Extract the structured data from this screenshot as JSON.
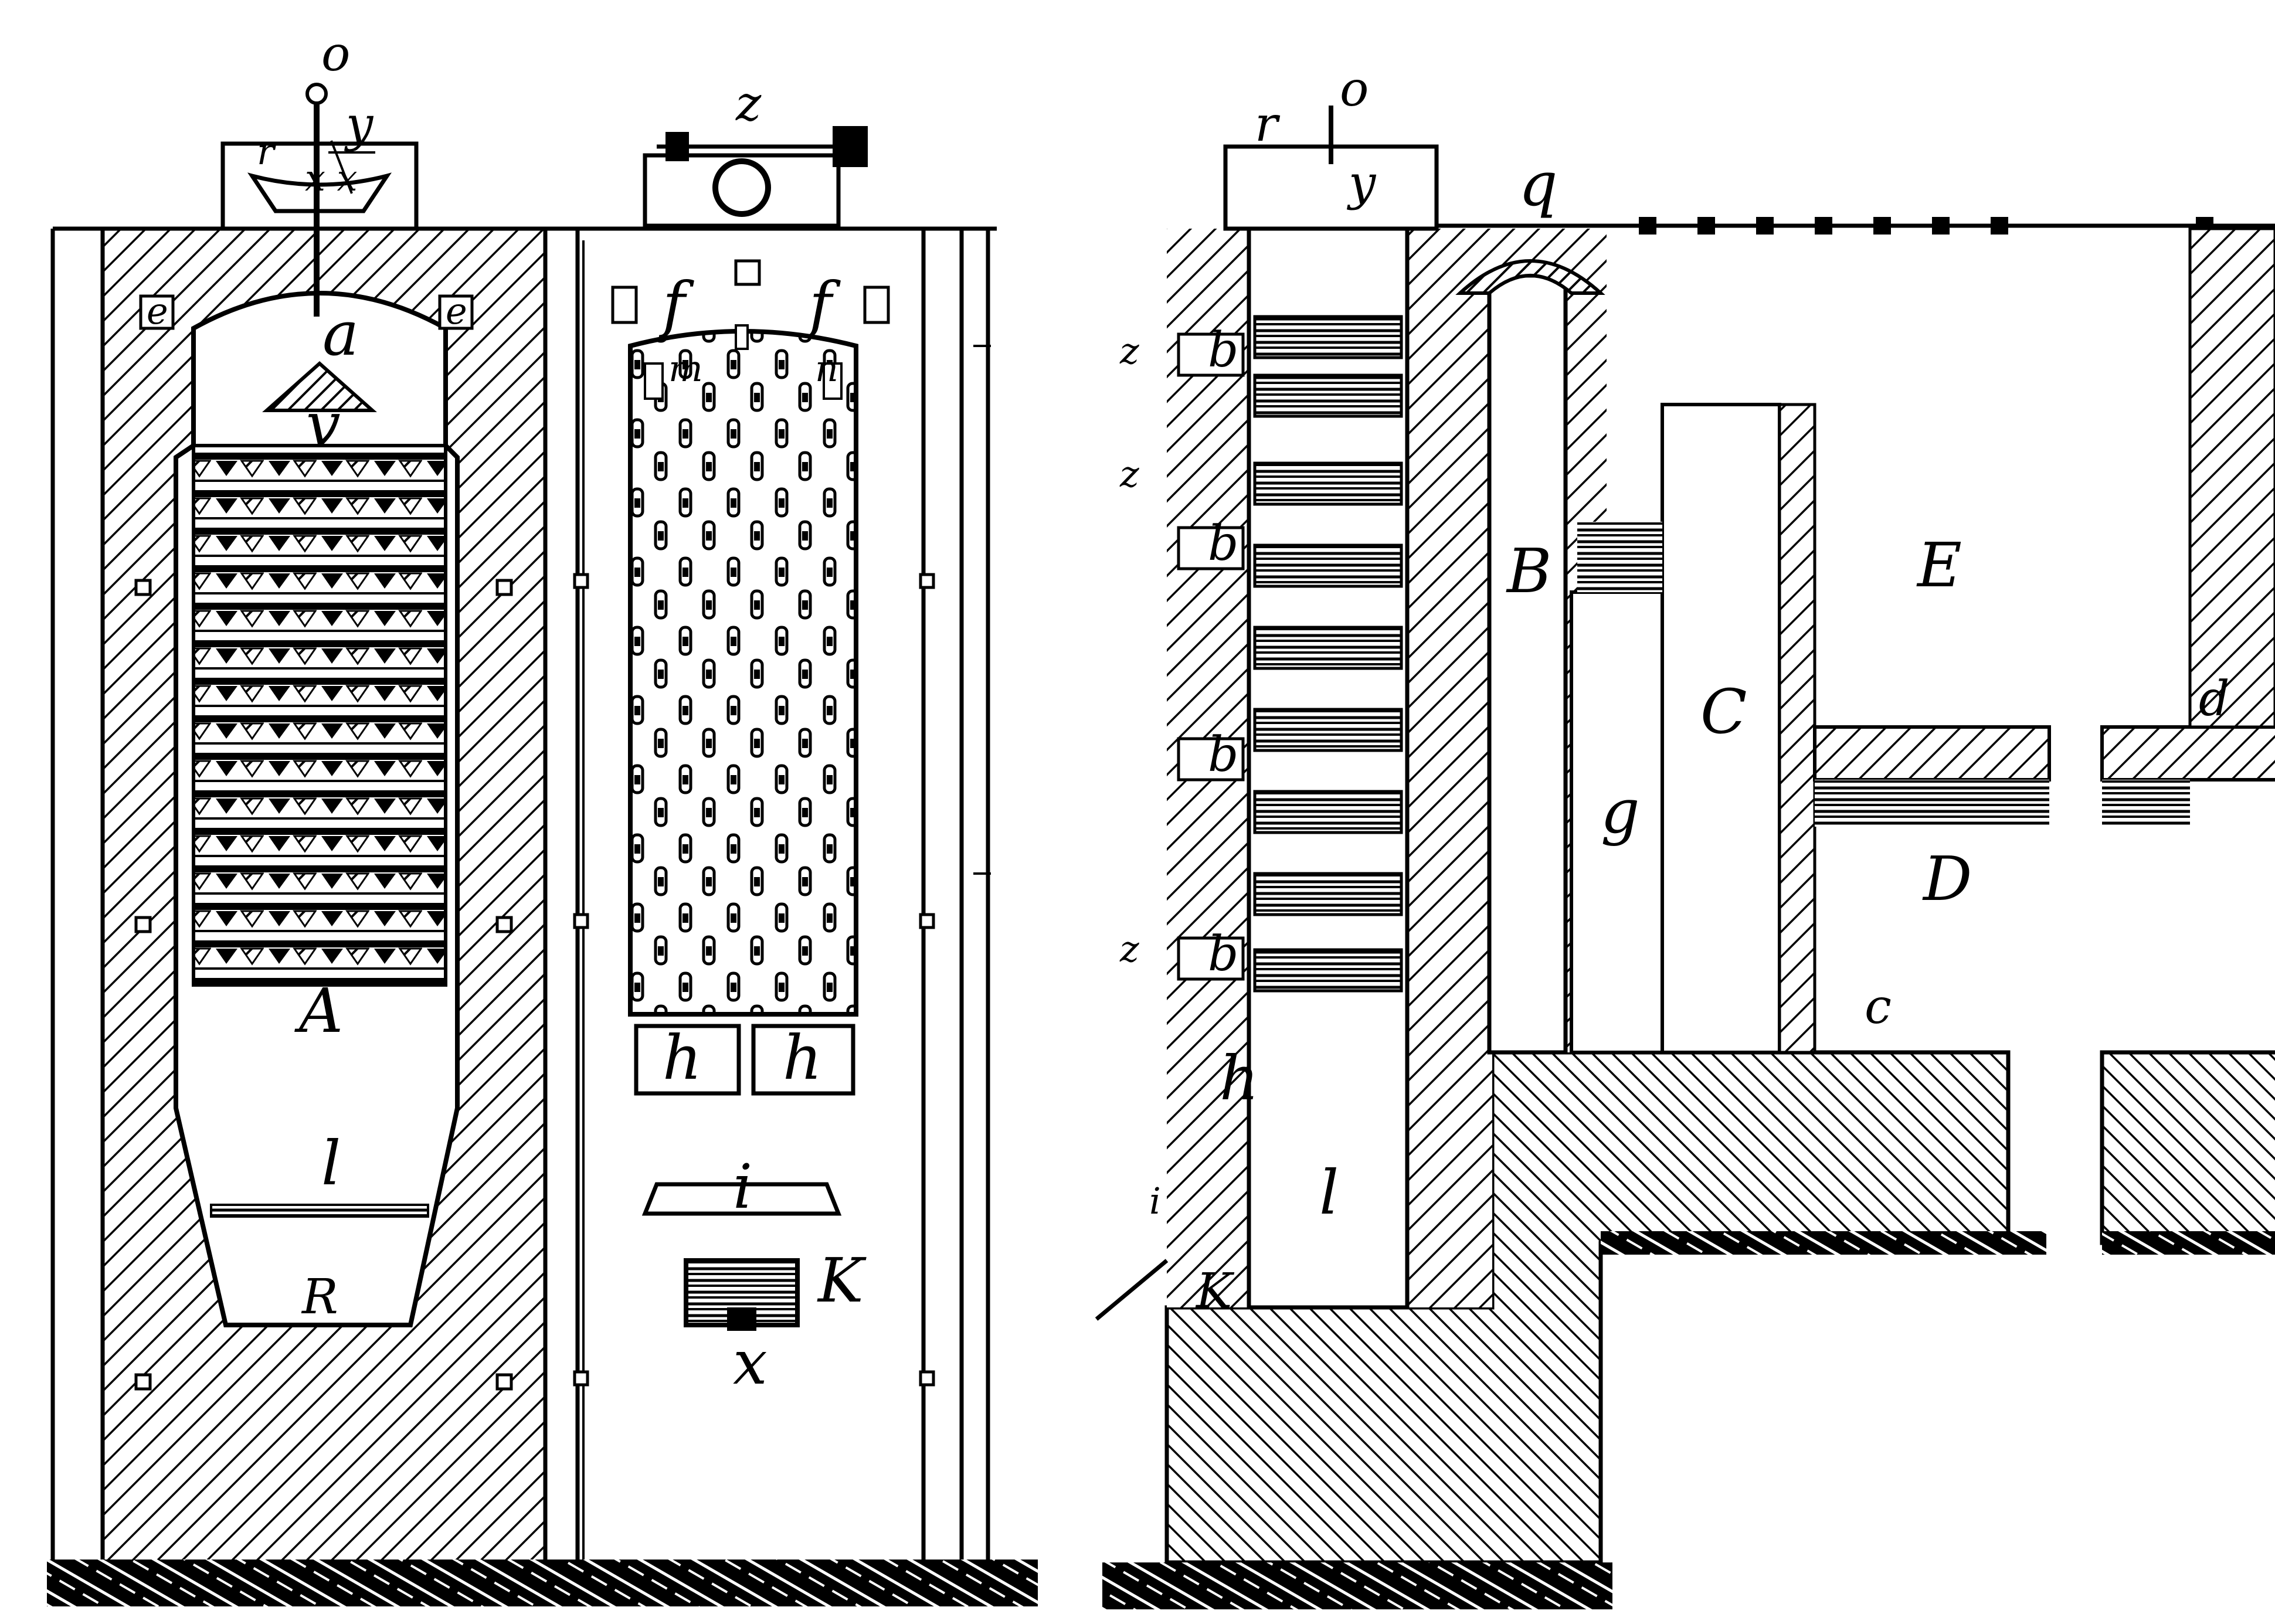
{
  "labels": {
    "front": {
      "o": "o",
      "y": "y",
      "r": "r",
      "xx": "x x",
      "e_left": "e",
      "e_right": "e",
      "a": "a",
      "v": "v",
      "A": "A",
      "l": "l",
      "R": "R"
    },
    "side": {
      "z": "z",
      "f_left": "f",
      "f_right": "f",
      "m": "m",
      "n": "n",
      "h_left": "h",
      "h_right": "h",
      "i": "i",
      "K": "K",
      "x": "x"
    },
    "section": {
      "r": "r",
      "o": "o",
      "y": "y",
      "q": "q",
      "b_1": "b",
      "b_2": "b",
      "b_3": "b",
      "b_4": "b",
      "z_1": "z",
      "z_2": "z",
      "z_3": "z",
      "B": "B",
      "C": "C",
      "D": "D",
      "E": "E",
      "g": "g",
      "c": "c",
      "d": "d",
      "h": "h",
      "i": "i",
      "l": "l",
      "K": "K"
    }
  }
}
